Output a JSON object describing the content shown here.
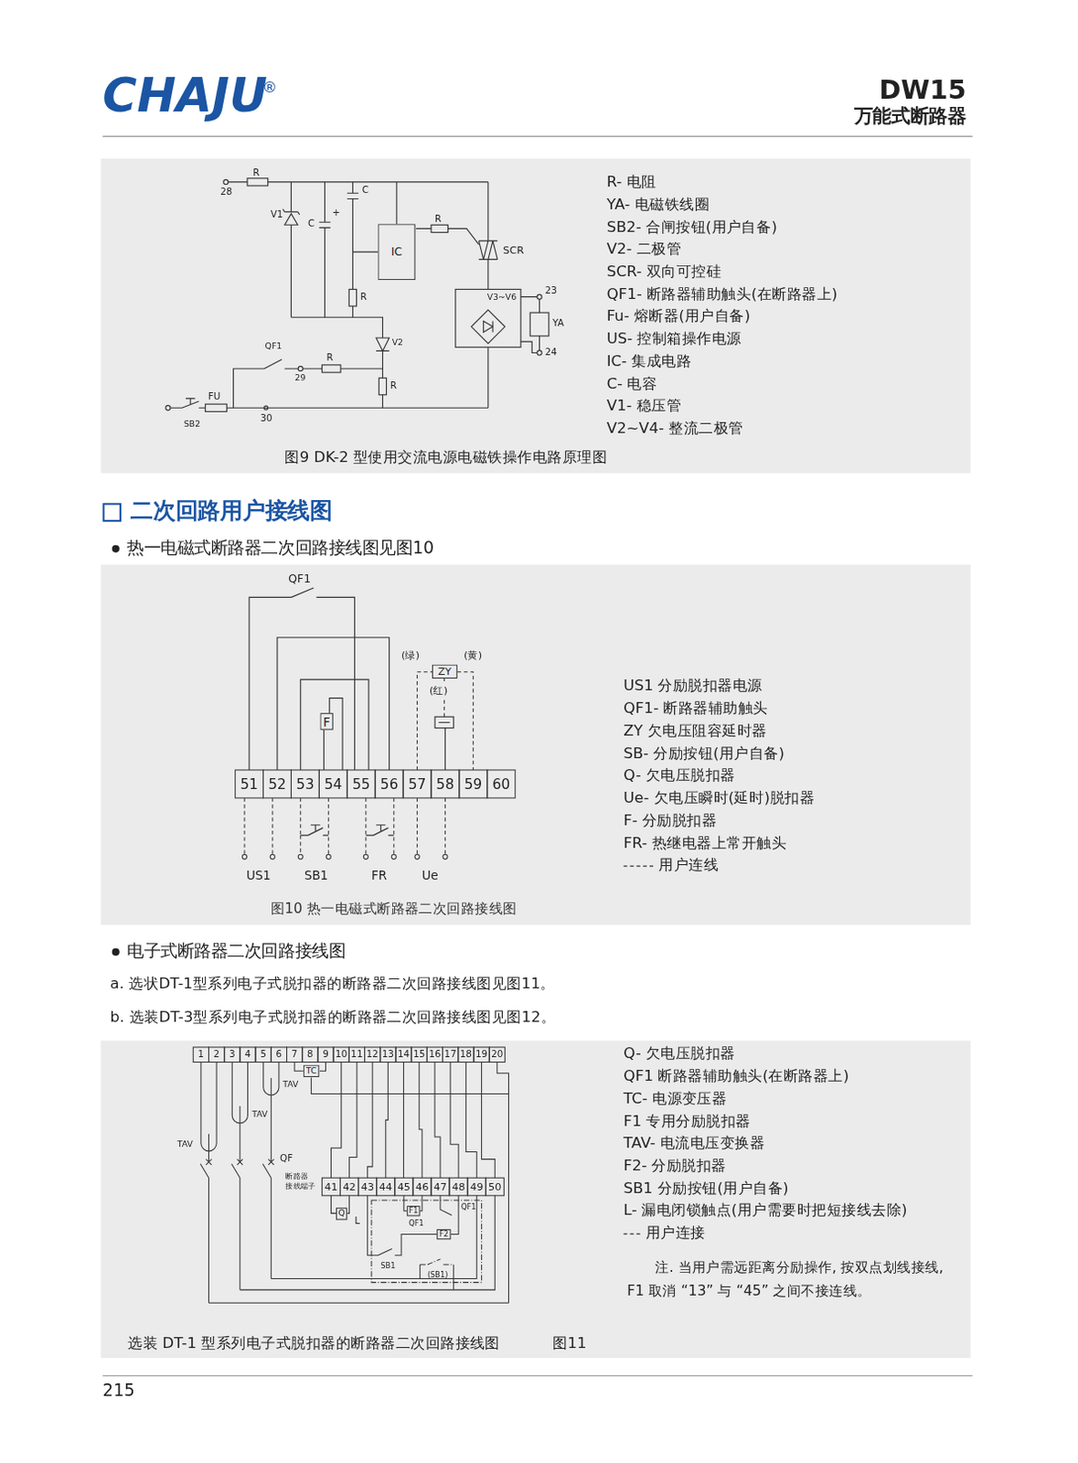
{
  "diagram": {
    "nodes": [
      {
        "text": [
          "IC"
        ]
      },
      {
        "text": [
          "ZY"
        ]
      },
      {
        "text": [
          "F"
        ]
      },
      {
        "text": [
          "TC"
        ]
      },
      {
        "text": [
          "Q"
        ]
      },
      {
        "text": [
          "F1"
        ]
      },
      {
        "text": [
          "F2"
        ]
      }
    ],
    "labels": [
      "CHAJU",
      "®",
      "DW15",
      "万能式断路器",
      "R",
      "28",
      "V1",
      "C",
      "+",
      "C",
      "R",
      "SCR",
      "R",
      "23",
      "V3~V6",
      "YA",
      "24",
      "QF1",
      "R",
      "29",
      "V2",
      "R",
      "FU",
      "30",
      "SB2",
      "R- 电阻",
      "YA- 电磁铁线圈",
      "SB2- 合闸按钮(用户自备)",
      "V2- 二极管",
      "SCR- 双向可控硅",
      "QF1- 断路器辅助触头(在断路器上)",
      "Fu- 熔断器(用户自备)",
      "US- 控制箱操作电源",
      "IC- 集成电路",
      "C- 电容",
      "V1- 稳压管",
      "V2~V4- 整流二极管",
      "图9 DK-2 型使用交流电源电磁铁操作电路原理图",
      "二次回路用户接线图",
      "热一电磁式断路器二次回路接线图见图10",
      "QF1",
      "(绿)",
      "(黄)",
      "(红)",
      "51",
      "52",
      "53",
      "54",
      "55",
      "56",
      "57",
      "58",
      "59",
      "60",
      "US1",
      "SB1",
      "FR",
      "Ue",
      "US1 分励脱扣器电源",
      "QF1- 断路器辅助触头",
      "ZY 欠电压阻容延时器",
      "SB- 分励按钮(用户自备)",
      "Q- 欠电压脱扣器",
      "Ue- 欠电压瞬时(延时)脱扣器",
      "F- 分励脱扣器",
      "FR- 热继电器上常开触头",
      "图10 热一电磁式断路器二次回路接线图",
      "电子式断路器二次回路接线图",
      "a. 选状DT-1型系列电子式脱扣器的断路器二次回路接线图见图11。",
      "b. 选装DT-3型系列电子式脱扣器的断路器二次回路接线图见图12。",
      "1",
      "2",
      "3",
      "4",
      "5",
      "6",
      "7",
      "8",
      "9",
      "10",
      "11",
      "12",
      "13",
      "14",
      "15",
      "16",
      "17",
      "18",
      "19",
      "20",
      "TAV",
      "TAV",
      "TAV",
      "QF",
      "断路器 接线端子",
      "41",
      "42",
      "43",
      "44",
      "45",
      "46",
      "47",
      "48",
      "49",
      "50",
      "L",
      "QF1",
      "QF1",
      "SB1",
      "(SB1)",
      "Q- 欠电压脱扣器",
      "QF1 断路器辅助触头(在断路器上)",
      "TC- 电源变压器",
      "F1 专用分励脱扣器",
      "TAV- 电流电压变换器",
      "F2- 分励脱扣器",
      "SB1 分励按钮(用户自备)",
      "L- 漏电闭锁触点(用户需要时把短接线去除)",
      "注. 当用户需远距离分励操作, 按双点划线接线, F1 取消 “13” 与 “45” 之间不接连线。",
      "选装 DT-1 型系列电子式脱扣器的断路器二次回路接线图",
      "图11",
      "215"
    ],
    "legend": [
      {
        "text": "用户连线"
      },
      {
        "text": "用户连接"
      }
    ]
  }
}
